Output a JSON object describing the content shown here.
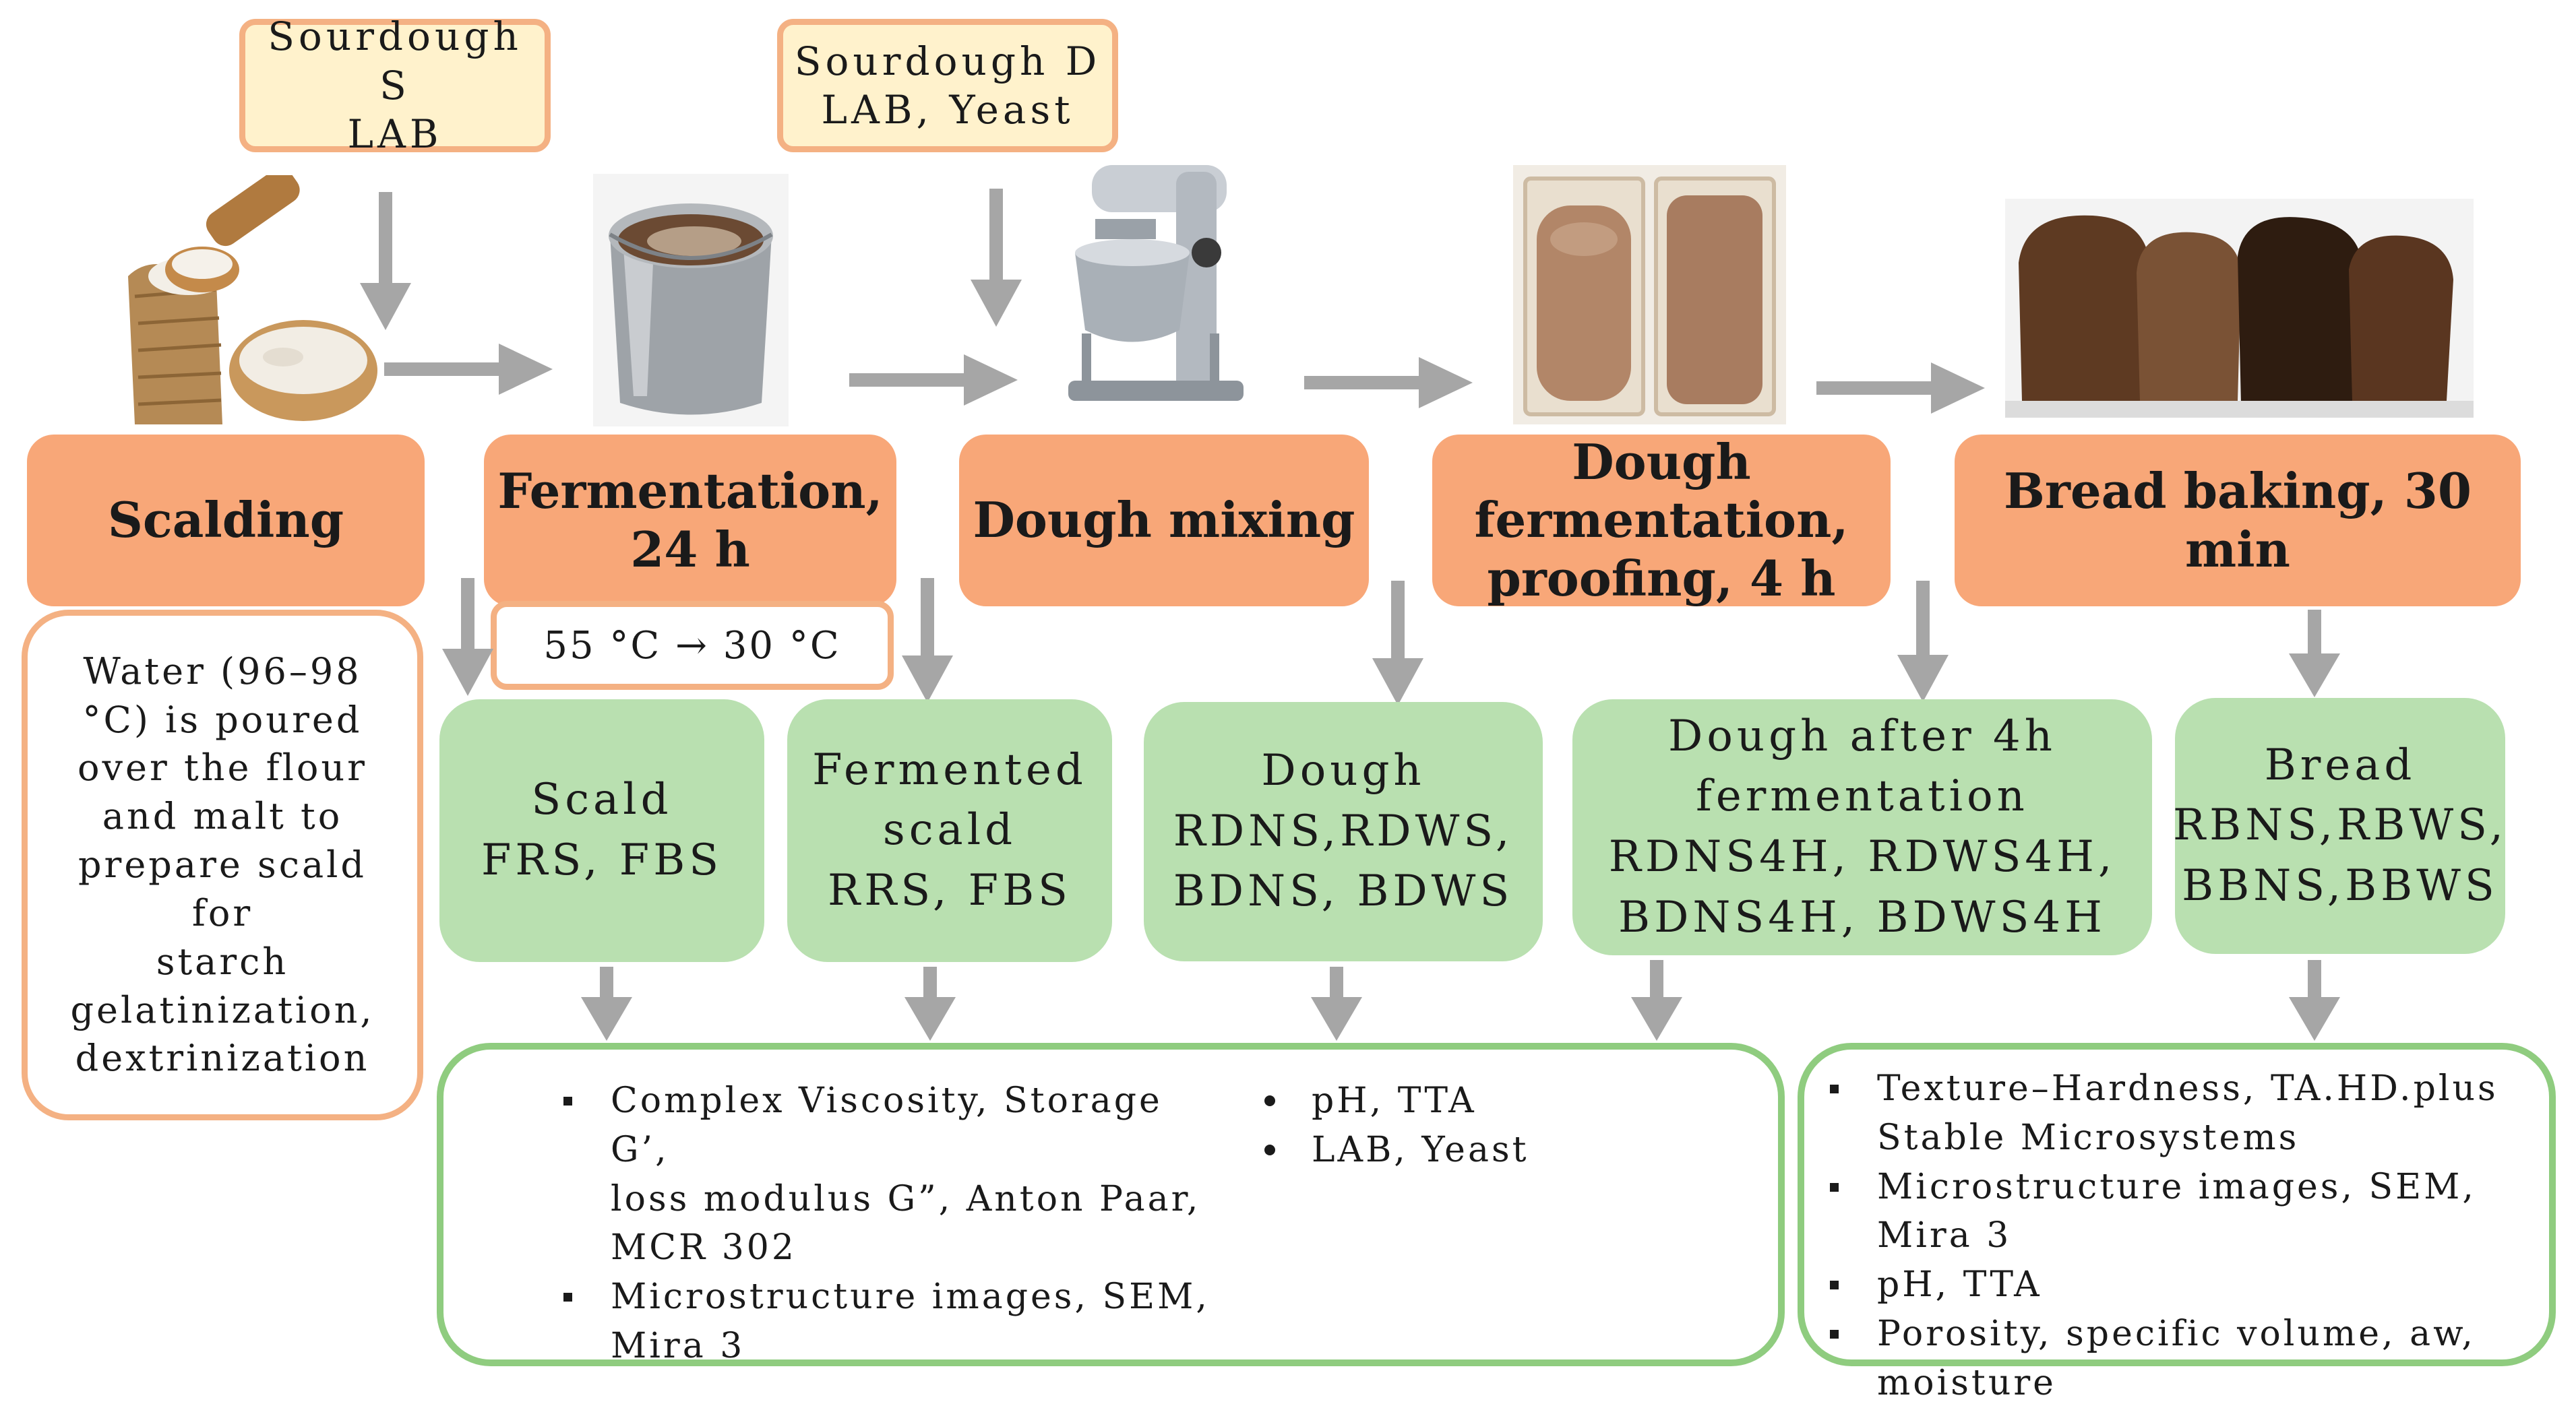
{
  "sourdoughs": [
    {
      "line1": "Sourdough S",
      "line2": "LAB"
    },
    {
      "line1": "Sourdough D",
      "line2": "LAB, Yeast"
    }
  ],
  "steps": [
    {
      "lines": [
        "Scalding"
      ]
    },
    {
      "lines": [
        "Fermentation,",
        "24 h"
      ]
    },
    {
      "lines": [
        "Dough mixing"
      ]
    },
    {
      "lines": [
        "Dough",
        "fermentation,",
        "proofing, 4 h"
      ]
    },
    {
      "lines": [
        "Bread baking, 30 min"
      ]
    }
  ],
  "scald_note": [
    "Water (96–98",
    "°C) is poured",
    "over the flour",
    "and malt to",
    "prepare scald",
    "for",
    "starch",
    "gelatinization,",
    "dextrinization"
  ],
  "temperature": "55 °C → 30 °C",
  "samples": [
    {
      "lines": [
        "Scald",
        "FRS, FBS"
      ]
    },
    {
      "lines": [
        "Fermented",
        "scald",
        "RRS, FBS"
      ]
    },
    {
      "lines": [
        "Dough",
        "RDNS,RDWS,",
        "BDNS, BDWS"
      ]
    },
    {
      "lines": [
        "Dough after 4h",
        "fermentation",
        "RDNS4H, RDWS4H,",
        "BDNS4H, BDWS4H"
      ]
    },
    {
      "lines": [
        "Bread",
        "RBNS,RBWS,",
        "BBNS,BBWS"
      ]
    }
  ],
  "analysis_left": {
    "col1": [
      [
        "Complex Viscosity, Storage G’,",
        "loss modulus G”, Anton Paar,",
        "MCR 302"
      ],
      [
        "Microstructure images, SEM,",
        "Mira 3"
      ]
    ],
    "col2": [
      [
        "pH, TTA"
      ],
      [
        "LAB, Yeast"
      ]
    ]
  },
  "analysis_right": [
    [
      "Texture–Hardness, TA.HD.plus",
      "Stable Microsystems"
    ],
    [
      "Microstructure images, SEM, Mira 3"
    ],
    [
      "pH, TTA"
    ],
    [
      "Porosity, specific volume, aw,",
      "moisture"
    ]
  ],
  "colors": {
    "step_orange": "#f8a778",
    "border_orange": "#f4b183",
    "sourdough_fill": "#fff2cc",
    "sample_green": "#b9e0b0",
    "analysis_border": "#8fcc7f",
    "arrow_gray": "#a6a6a6"
  },
  "icons": [
    "flour-sack-photo",
    "fermentation-pot-photo",
    "stand-mixer-photo",
    "proofing-loaves-photo",
    "baked-bread-photo"
  ]
}
